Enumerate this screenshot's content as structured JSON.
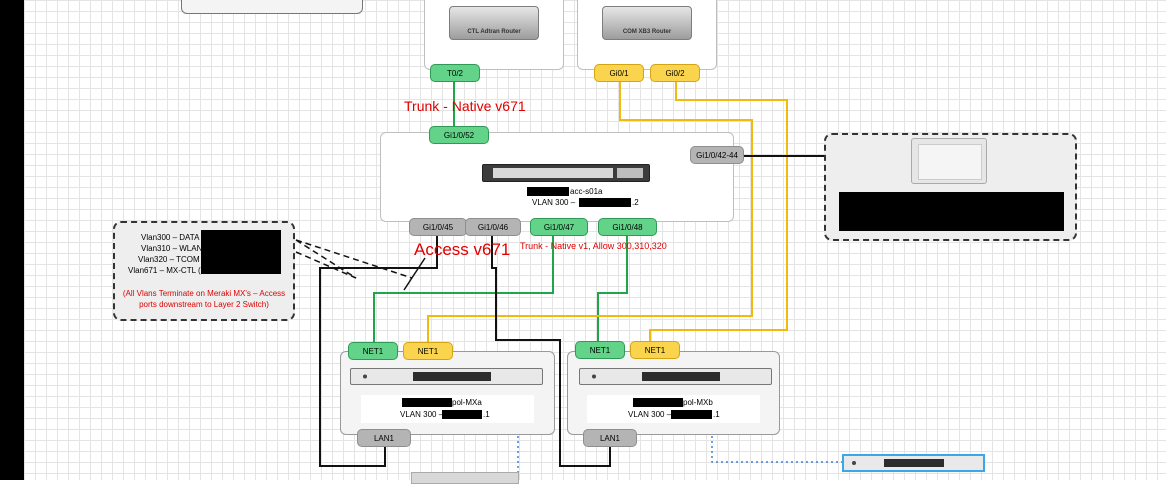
{
  "routers": {
    "ctl": {
      "label": "CTL Adtran Router"
    },
    "com": {
      "label": "COM XB3 Router"
    }
  },
  "ports": {
    "t02": "T0/2",
    "gi01": "Gi0/1",
    "gi02": "Gi0/2",
    "gi1052": "Gi1/0/52",
    "gi1042_44": "Gi1/0/42-44",
    "gi1045": "Gi1/0/45",
    "gi1046": "Gi1/0/46",
    "gi1047": "Gi1/0/47",
    "gi1048": "Gi1/0/48",
    "mxa_net1_green": "NET1",
    "mxa_net1_yellow": "NET1",
    "mxb_net1_green": "NET1",
    "mxb_net1_yellow": "NET1",
    "mxa_lan1": "LAN1",
    "mxb_lan1": "LAN1"
  },
  "annotations": {
    "trunk_native_671": "Trunk - Native v671",
    "access_671": "Access v671",
    "trunk_native_v1": "Trunk - Native v1, Allow 300,310,320"
  },
  "switch": {
    "name_suffix": "acc-s01a",
    "vlan_prefix": "VLAN 300 –",
    "vlan_suffix": ".2"
  },
  "mxa": {
    "name_suffix": "pol-MXa",
    "vlan_prefix": "VLAN 300 –",
    "vlan_suffix": ".1"
  },
  "mxb": {
    "name_suffix": "pol-MXb",
    "vlan_prefix": "VLAN 300 –",
    "vlan_suffix": ".1"
  },
  "vlan_legend": {
    "lines": [
      "Vlan300 – DATA (",
      "Vlan310 – WLAN",
      "Vlan320 – TCOM (",
      "Vlan671 – MX-CTL ("
    ],
    "note": "(All Vlans Terminate on Meraki MX's – Access ports downstream to Layer 2 Switch)"
  },
  "colors": {
    "trunk_green": "#63d38a",
    "com_yellow": "#fbd44d",
    "lan_gray": "#b4b4b4",
    "annotation_red": "#e00000",
    "green_line": "#1fa64a",
    "yellow_line": "#f2b90f"
  }
}
